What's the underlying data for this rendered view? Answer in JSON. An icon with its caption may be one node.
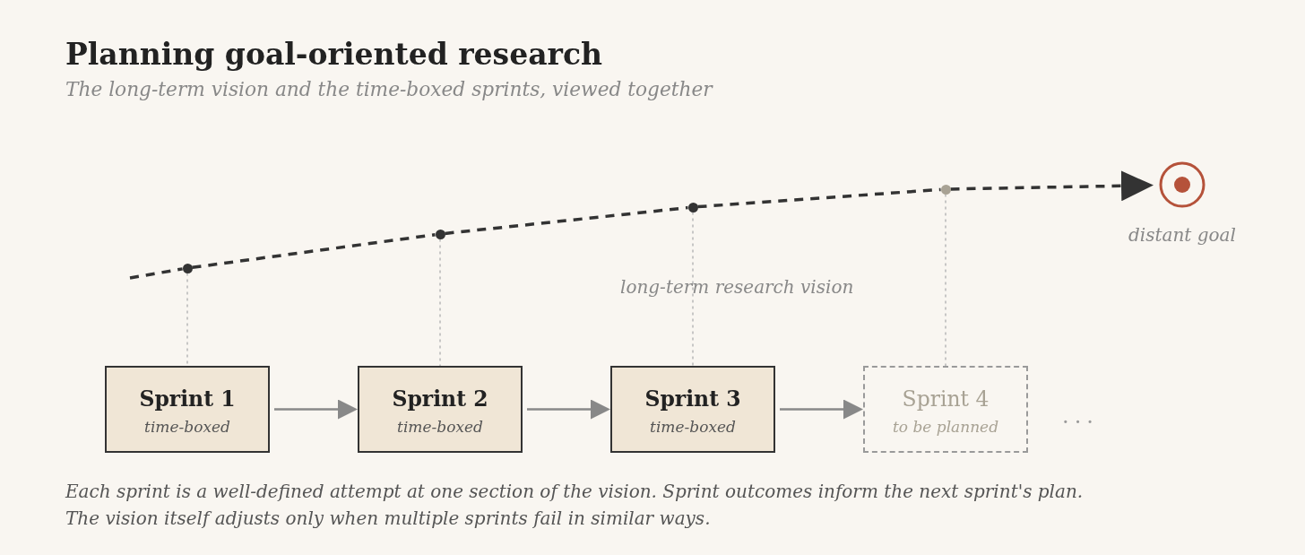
{
  "diagram": {
    "title": "Planning goal-oriented research",
    "caption": "Each sprint is a well-defined attempt at one section of the vision. Sprint outcomes inform the next sprint's plan. The vision itself adjusts only when multiple sprints fail in similar ways.",
    "nodes": [
      {
        "text": [],
        "shape": "circle"
      },
      {
        "text": [],
        "shape": "circle"
      },
      {
        "text": [],
        "shape": "circle"
      },
      {
        "text": [],
        "shape": "circle"
      },
      {
        "text": [],
        "shape": "circle",
        "beside": [
          "distant goal"
        ]
      },
      {
        "text": [
          "Sprint 1",
          "time-boxed"
        ]
      },
      {
        "text": [
          "Sprint 2",
          "time-boxed"
        ]
      },
      {
        "text": [
          "Sprint 3",
          "time-boxed"
        ]
      },
      {
        "text": [
          "Sprint 4",
          "to be planned"
        ]
      }
    ],
    "edges": [
      {
        "from": null,
        "to": 0,
        "arrow": "none",
        "style": "dashed"
      },
      {
        "from": 0,
        "to": 1,
        "arrow": "none",
        "style": "dashed"
      },
      {
        "from": 1,
        "to": 2,
        "arrow": "none",
        "style": "dashed"
      },
      {
        "from": 2,
        "to": 3,
        "arrow": "none",
        "style": "dashed"
      },
      {
        "from": 3,
        "to": 4,
        "arrow": "to",
        "style": "dashed"
      },
      {
        "from": 5,
        "to": 6,
        "arrow": "to",
        "color": "#888888"
      },
      {
        "from": 6,
        "to": 7,
        "arrow": "to",
        "color": "#888888"
      },
      {
        "from": 7,
        "to": 8,
        "arrow": "to",
        "color": "#888888"
      },
      {
        "from": 0,
        "to": 5,
        "arrow": "none",
        "style": "dashed",
        "color": "#bbbbbb"
      },
      {
        "from": 1,
        "to": 6,
        "arrow": "none",
        "style": "dashed",
        "color": "#bbbbbb"
      },
      {
        "from": 2,
        "to": 7,
        "arrow": "none",
        "style": "dashed",
        "color": "#bbbbbb"
      },
      {
        "from": 3,
        "to": 8,
        "arrow": "none",
        "style": "dashed",
        "color": "#bbbbbb"
      }
    ],
    "labels": [
      "The long-term vision and the time-boxed sprints, viewed together",
      "long-term research vision",
      "..."
    ]
  }
}
